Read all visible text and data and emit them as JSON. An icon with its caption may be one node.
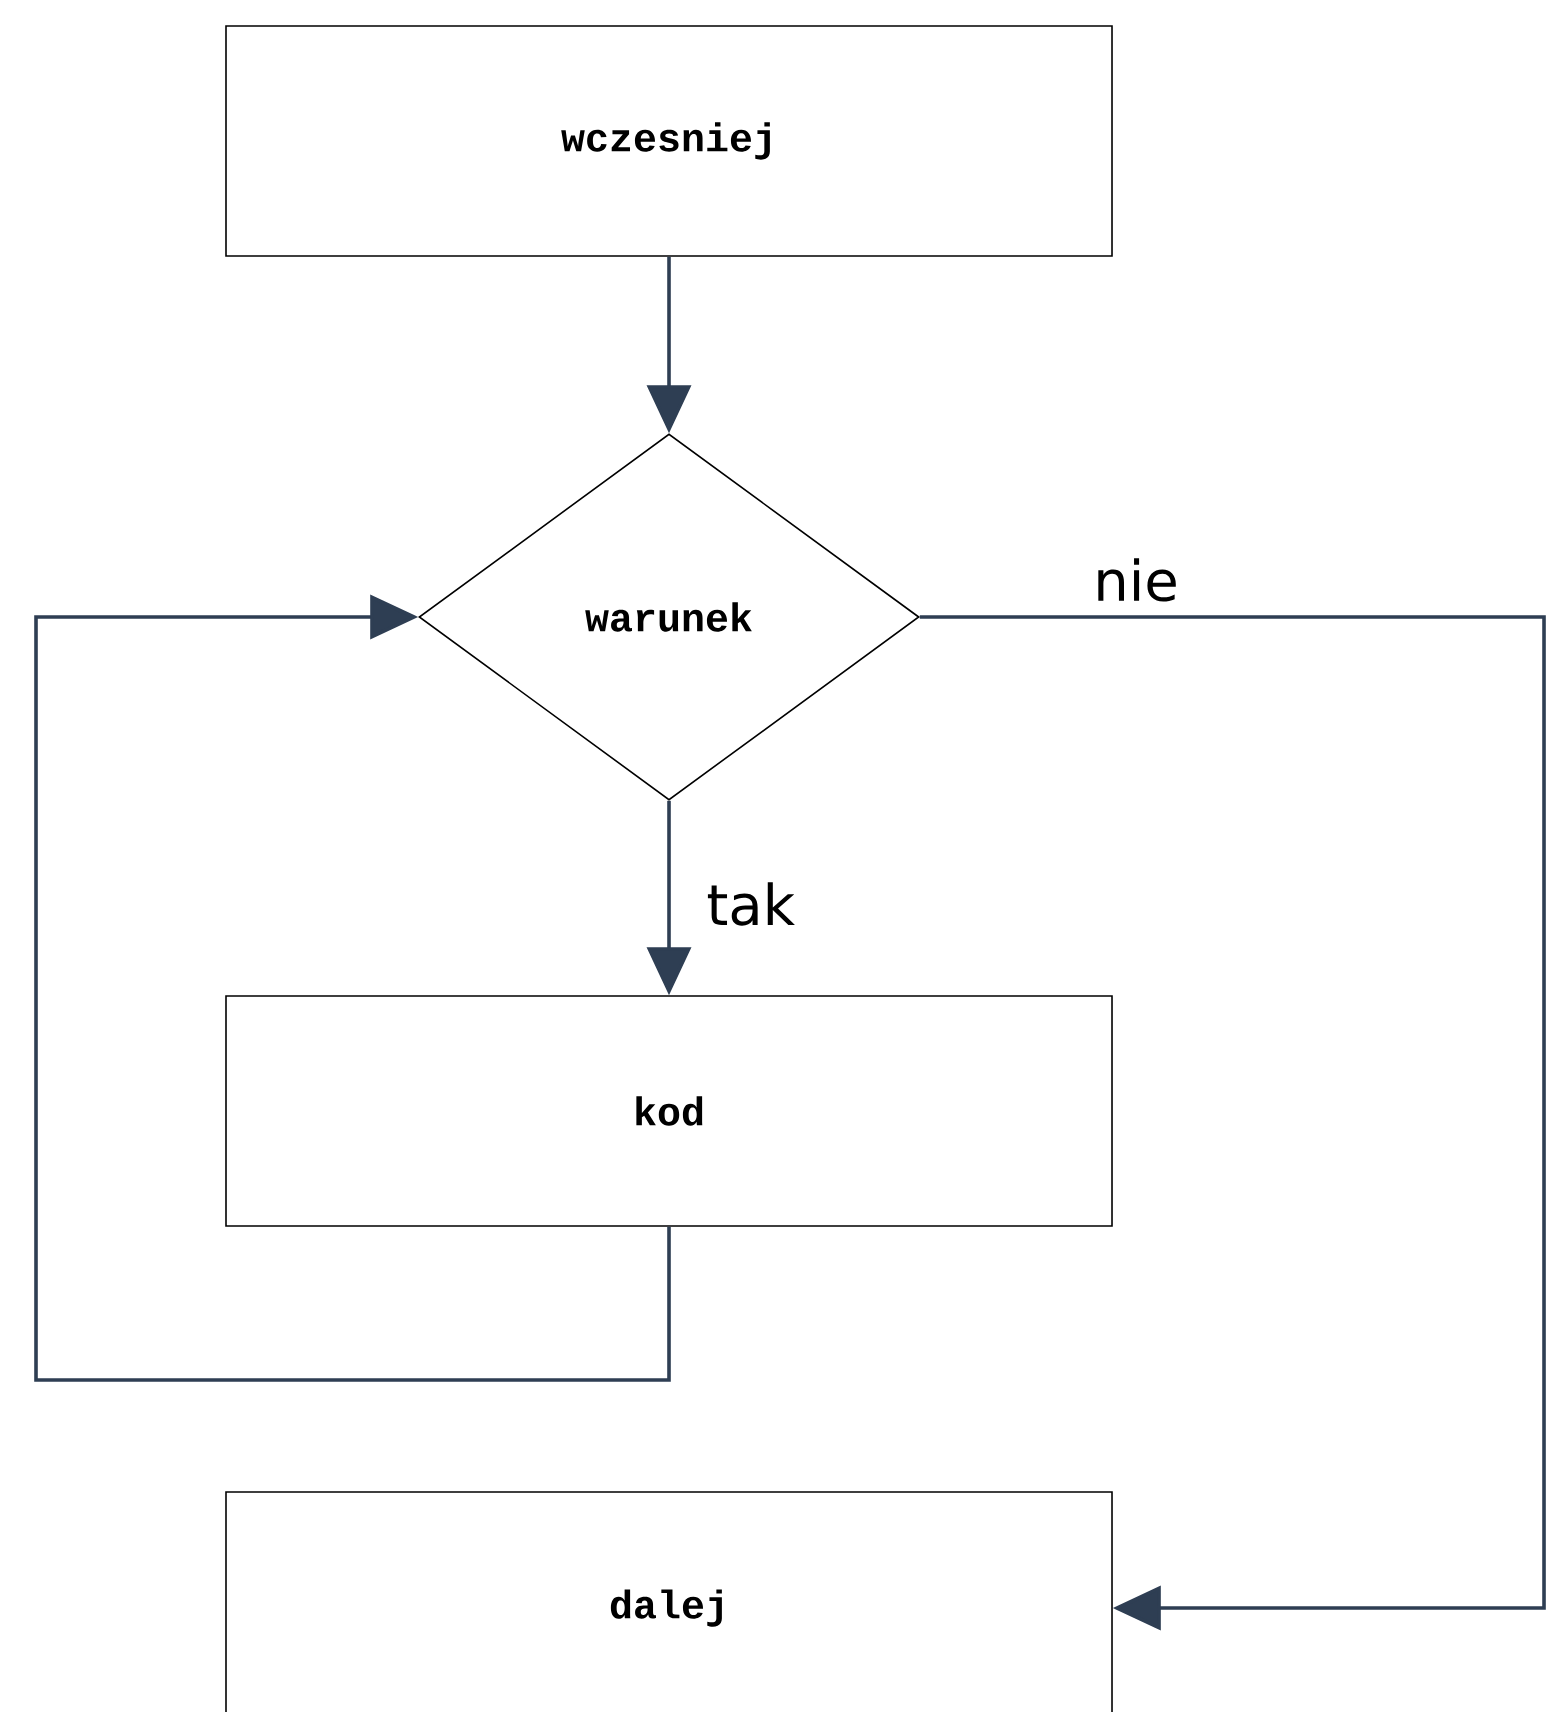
{
  "diagram": {
    "nodes": [
      {
        "text": [
          "wczesniej"
        ]
      },
      {
        "text": [
          "warunek"
        ]
      },
      {
        "text": [
          "kod"
        ]
      },
      {
        "text": [
          "dalej"
        ]
      }
    ],
    "edges": [
      {
        "from": 0,
        "to": 1,
        "arrow": "to"
      },
      {
        "from": 1,
        "to": 2,
        "arrow": "to",
        "label": "tak"
      },
      {
        "from": 2,
        "to": 1,
        "arrow": "to"
      },
      {
        "from": 1,
        "to": 3,
        "arrow": "to",
        "label": "nie"
      }
    ]
  }
}
